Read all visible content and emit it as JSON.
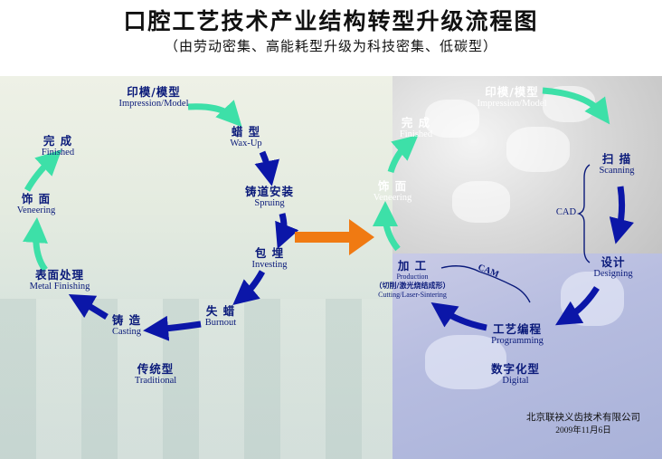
{
  "title": "口腔工艺技术产业结构转型升级流程图",
  "subtitle": "（由劳动密集、高能耗型升级为科技密集、低碳型）",
  "traditional": {
    "impression": {
      "zh": "印模/模型",
      "en": "Impression/Model"
    },
    "wax_up": {
      "zh": "蜡 型",
      "en": "Wax-Up"
    },
    "spruing": {
      "zh": "铸道安装",
      "en": "Spruing"
    },
    "investing": {
      "zh": "包 埋",
      "en": "Investing"
    },
    "burnout": {
      "zh": "失 蜡",
      "en": "Burnout"
    },
    "casting": {
      "zh": "铸 造",
      "en": "Casting"
    },
    "metal_finishing": {
      "zh": "表面处理",
      "en": "Metal Finishing"
    },
    "veneering": {
      "zh": "饰 面",
      "en": "Veneering"
    },
    "finished": {
      "zh": "完 成",
      "en": "Finished"
    },
    "type": {
      "zh": "传统型",
      "en": "Traditional"
    }
  },
  "digital": {
    "impression": {
      "zh": "印模/模型",
      "en": "Impression/Model"
    },
    "scanning": {
      "zh": "扫 描",
      "en": "Scanning"
    },
    "cad": "CAD",
    "designing": {
      "zh": "设计",
      "en": "Designing"
    },
    "programming": {
      "zh": "工艺编程",
      "en": "Programming"
    },
    "cam": "CAM",
    "production": {
      "zh": "加 工",
      "en": "Production",
      "note": "（切削/激光烧结成形）",
      "note_en": "Cutting/Laser-Sintering"
    },
    "veneering": {
      "zh": "饰 面",
      "en": "Veneering"
    },
    "finished": {
      "zh": "完 成",
      "en": "Finished"
    },
    "type": {
      "zh": "数字化型",
      "en": "Digital"
    }
  },
  "company": "北京联袂义齿技术有限公司",
  "date": "2009年11月6日",
  "colors": {
    "green_arrow": "#3de0a8",
    "blue_arrow": "#0b16a8",
    "orange_arrow": "#f07a12",
    "label_blue": "#0a1a7a"
  }
}
